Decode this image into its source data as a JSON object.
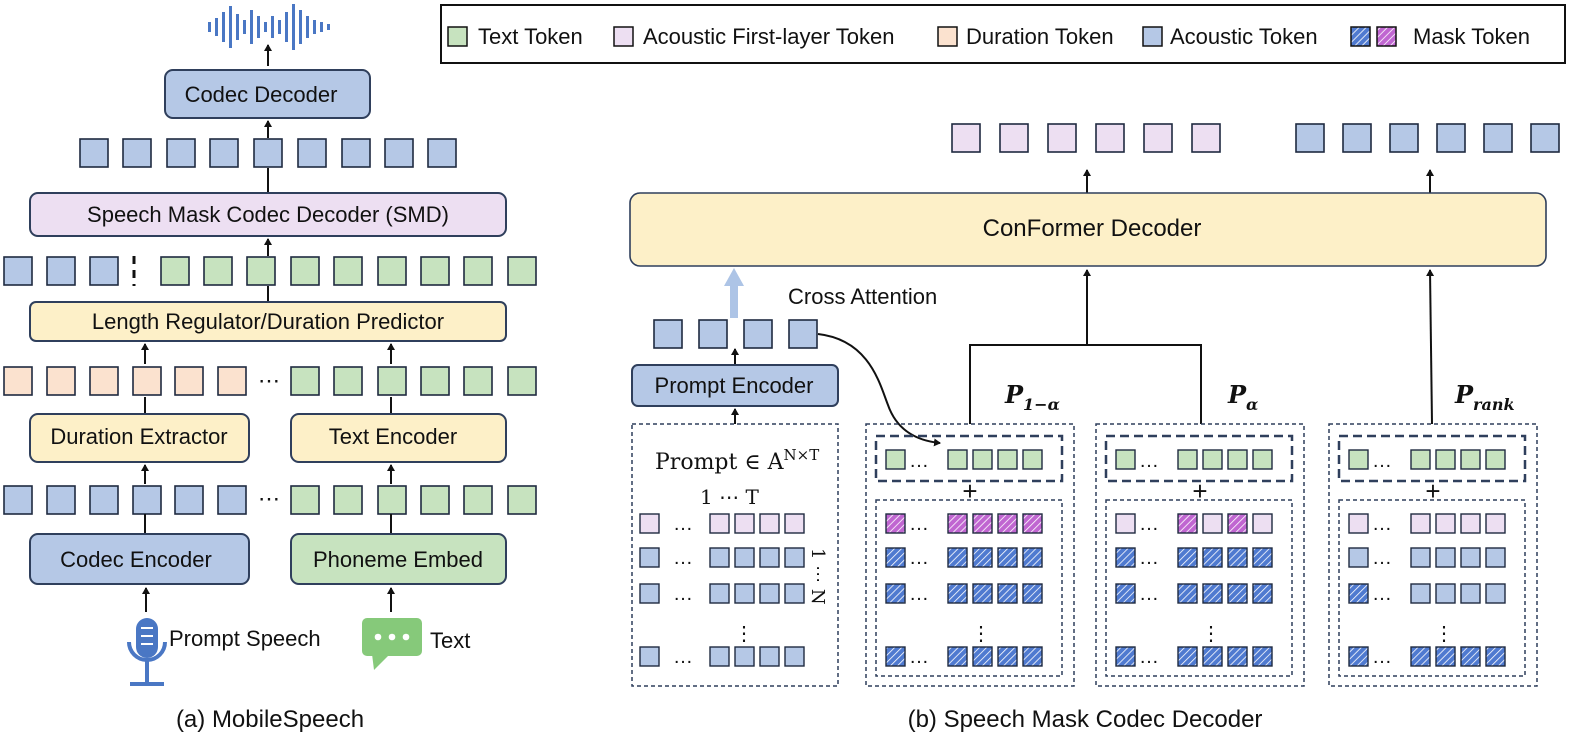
{
  "colors": {
    "text_token": "#c7e3bf",
    "acoustic_first": "#eddff2",
    "duration": "#fbe2cf",
    "acoustic": "#b5c8e6",
    "mask_blue": "#4f7ad0",
    "mask_purple": "#c066d1",
    "module_yellow": "#fdf0c8",
    "module_blue": "#b5c8e6",
    "module_purple": "#eddff2",
    "module_green": "#c7e3bf",
    "border_dark": "#2f3f5c",
    "icon_blue": "#4a77c4",
    "icon_green": "#86c97a",
    "arrow_light": "#adc4e6"
  },
  "legend": {
    "text_token": "Text Token",
    "acoustic_first": "Acoustic First-layer Token",
    "duration": "Duration Token",
    "acoustic": "Acoustic Token",
    "mask": "Mask Token"
  },
  "panel_a": {
    "caption": "(a) MobileSpeech",
    "codec_decoder": "Codec Decoder",
    "smd": "Speech Mask Codec Decoder (SMD)",
    "length_regulator": "Length Regulator/Duration Predictor",
    "duration_extractor": "Duration Extractor",
    "text_encoder": "Text Encoder",
    "codec_encoder": "Codec Encoder",
    "phoneme_embed": "Phoneme Embed",
    "prompt_speech": "Prompt Speech",
    "text": "Text",
    "ellipsis": "⋯",
    "icons": {
      "waveform": "waveform-icon",
      "microphone": "microphone-icon",
      "chat": "chat-bubble-icon"
    }
  },
  "panel_b": {
    "caption": "(b) Speech Mask Codec Decoder",
    "conformer": "ConFormer Decoder",
    "cross_attention": "Cross Attention",
    "prompt_encoder": "Prompt Encoder",
    "prompt_math": "Prompt ∈ A",
    "prompt_sup": "N×T",
    "range_t": "1 ⋯ T",
    "range_n": "1 ⋯ N",
    "plus": "+",
    "ellipsis": "…",
    "vdots": "⋮",
    "p_one_minus_alpha_main": "P",
    "p_one_minus_alpha_sub": "1−α",
    "p_alpha_main": "P",
    "p_alpha_sub": "α",
    "p_rank_main": "P",
    "p_rank_sub": "rank"
  }
}
